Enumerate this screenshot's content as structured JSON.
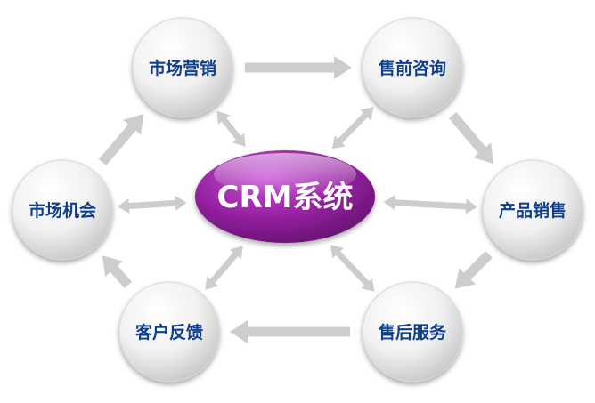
{
  "center": {
    "label": "CRM系统",
    "color": "#8a1f99"
  },
  "nodes": [
    {
      "id": "marketing",
      "label": "市场营销"
    },
    {
      "id": "presales",
      "label": "售前咨询"
    },
    {
      "id": "sales",
      "label": "产品销售"
    },
    {
      "id": "service",
      "label": "售后服务"
    },
    {
      "id": "feedback",
      "label": "客户反馈"
    },
    {
      "id": "opportunity",
      "label": "市场机会"
    }
  ],
  "cycle_arrows": [
    {
      "from": "marketing",
      "to": "presales"
    },
    {
      "from": "presales",
      "to": "sales"
    },
    {
      "from": "sales",
      "to": "service"
    },
    {
      "from": "service",
      "to": "feedback"
    },
    {
      "from": "feedback",
      "to": "opportunity"
    },
    {
      "from": "opportunity",
      "to": "marketing"
    }
  ],
  "center_links": [
    "marketing",
    "presales",
    "sales",
    "service",
    "feedback",
    "opportunity"
  ],
  "colors": {
    "node_text": "#0f3f8c",
    "arrow": "#cdcdcd",
    "node_fill": "#eeeeee",
    "center_fill": "#8a1f99"
  }
}
